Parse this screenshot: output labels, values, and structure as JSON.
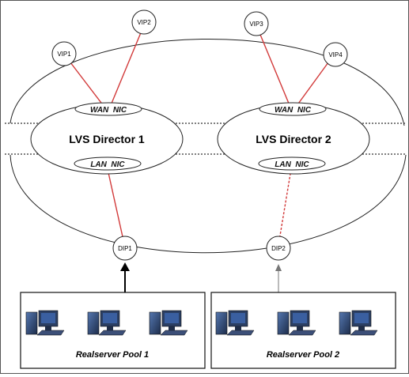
{
  "vips": [
    {
      "id": "vip1",
      "label": "VIP1"
    },
    {
      "id": "vip2",
      "label": "VIP2"
    },
    {
      "id": "vip3",
      "label": "VIP3"
    },
    {
      "id": "vip4",
      "label": "VIP4"
    }
  ],
  "directors": [
    {
      "id": "director-1",
      "label": "LVS Director 1",
      "wan_nic": "WAN  NIC",
      "lan_nic": "LAN  NIC"
    },
    {
      "id": "director-2",
      "label": "LVS Director 2",
      "wan_nic": "WAN  NIC",
      "lan_nic": "LAN  NIC"
    }
  ],
  "dips": [
    {
      "id": "dip1",
      "label": "DIP1"
    },
    {
      "id": "dip2",
      "label": "DIP2"
    }
  ],
  "pools": [
    {
      "id": "pool-1",
      "label": "Realserver Pool 1",
      "servers": 3
    },
    {
      "id": "pool-2",
      "label": "Realserver Pool 2",
      "servers": 3
    }
  ],
  "colors": {
    "link": "#d23a3a",
    "outline": "#222222",
    "server_body": "#2b3f63",
    "server_screen": "#3a5fa0"
  }
}
